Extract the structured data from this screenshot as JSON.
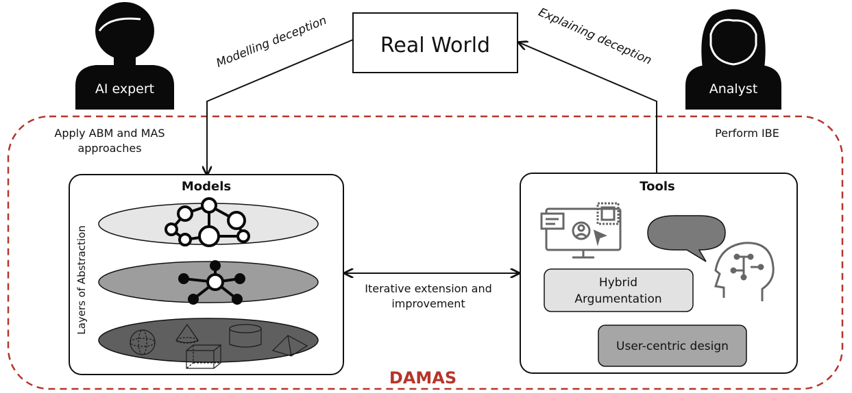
{
  "diagram": {
    "real_world": "Real World",
    "modelling_label": "Modelling deception",
    "explaining_label": "Explaining deception",
    "ai_expert": {
      "label": "AI expert",
      "role_line1": "Apply ABM and MAS",
      "role_line2": "approaches"
    },
    "analyst": {
      "label": "Analyst",
      "role": "Perform IBE"
    },
    "models": {
      "title": "Models",
      "layers_label": "Layers of Abstraction"
    },
    "tools": {
      "title": "Tools",
      "hybrid_line1": "Hybrid",
      "hybrid_line2": "Argumentation",
      "user_centric": "User-centric design"
    },
    "iterative_line1": "Iterative extension and",
    "iterative_line2": "improvement",
    "system_name": "DAMAS"
  },
  "colors": {
    "damas_red": "#b5352a",
    "dark_silhouette": "#0a0a0a",
    "layer_top": "#e6e6e6",
    "layer_mid": "#9d9d9d",
    "layer_bottom": "#5f5f5f",
    "hybrid_box": "#e2e2e2",
    "user_centric_box": "#a6a6a6",
    "speech_bubble": "#7a7a7a",
    "icon_gray": "#666666"
  }
}
